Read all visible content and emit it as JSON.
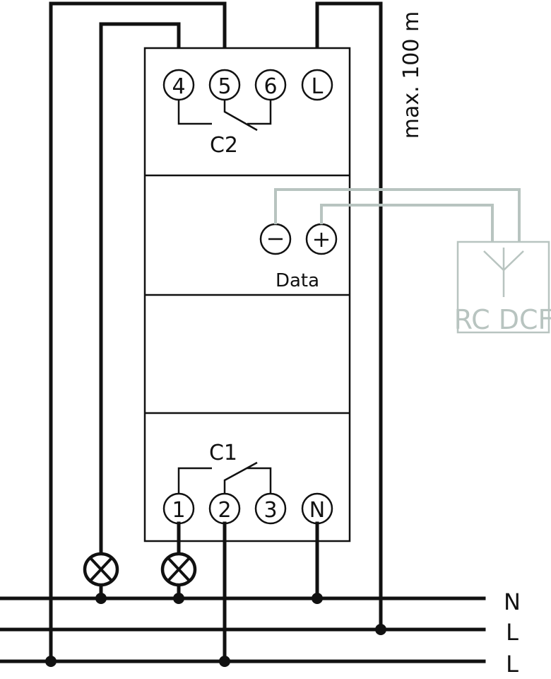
{
  "diagram": {
    "type": "wiring-diagram",
    "distance_note": "max. 100 m",
    "device": {
      "contact_c2": {
        "label": "C2",
        "terminals": [
          "4",
          "5",
          "6",
          "L"
        ]
      },
      "data": {
        "label": "Data",
        "terminals": [
          "−",
          "+"
        ]
      },
      "contact_c1": {
        "label": "C1",
        "terminals": [
          "1",
          "2",
          "3",
          "N"
        ]
      }
    },
    "antenna_module": {
      "label": "RC DCF"
    },
    "bus_lines": [
      "N",
      "L",
      "L"
    ],
    "colors": {
      "wire": "#111111",
      "data_wire": "#b8c4c0"
    }
  }
}
